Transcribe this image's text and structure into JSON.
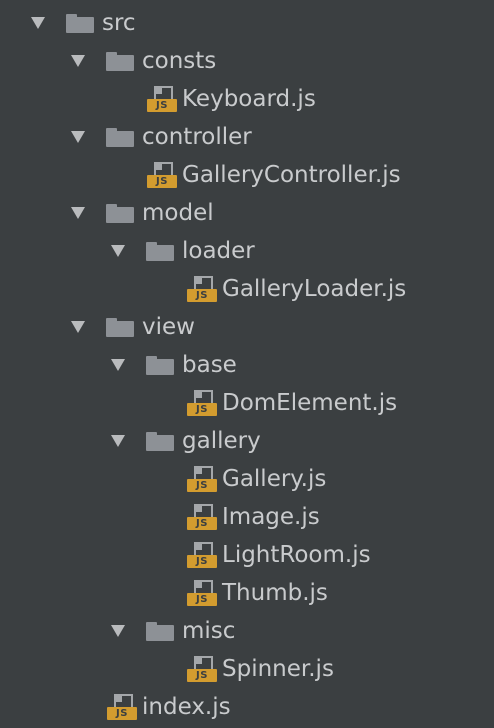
{
  "tree": {
    "nodes": [
      {
        "label": "src",
        "type": "folder",
        "depth": 0,
        "expanded": true
      },
      {
        "label": "consts",
        "type": "folder",
        "depth": 1,
        "expanded": true
      },
      {
        "label": "Keyboard.js",
        "type": "file",
        "depth": 2,
        "icon": "js-file-icon"
      },
      {
        "label": "controller",
        "type": "folder",
        "depth": 1,
        "expanded": true
      },
      {
        "label": "GalleryController.js",
        "type": "file",
        "depth": 2,
        "icon": "js-file-icon"
      },
      {
        "label": "model",
        "type": "folder",
        "depth": 1,
        "expanded": true
      },
      {
        "label": "loader",
        "type": "folder",
        "depth": 2,
        "expanded": true
      },
      {
        "label": "GalleryLoader.js",
        "type": "file",
        "depth": 3,
        "icon": "js-file-icon"
      },
      {
        "label": "view",
        "type": "folder",
        "depth": 1,
        "expanded": true
      },
      {
        "label": "base",
        "type": "folder",
        "depth": 2,
        "expanded": true
      },
      {
        "label": "DomElement.js",
        "type": "file",
        "depth": 3,
        "icon": "js-file-icon"
      },
      {
        "label": "gallery",
        "type": "folder",
        "depth": 2,
        "expanded": true
      },
      {
        "label": "Gallery.js",
        "type": "file",
        "depth": 3,
        "icon": "js-file-icon"
      },
      {
        "label": "Image.js",
        "type": "file",
        "depth": 3,
        "icon": "js-file-icon"
      },
      {
        "label": "LightRoom.js",
        "type": "file",
        "depth": 3,
        "icon": "js-file-icon"
      },
      {
        "label": "Thumb.js",
        "type": "file",
        "depth": 3,
        "icon": "js-file-icon"
      },
      {
        "label": "misc",
        "type": "folder",
        "depth": 2,
        "expanded": true
      },
      {
        "label": "Spinner.js",
        "type": "file",
        "depth": 3,
        "icon": "js-file-icon"
      },
      {
        "label": "index.js",
        "type": "file",
        "depth": 1,
        "icon": "js-file-icon"
      }
    ],
    "js_badge_text": "JS"
  },
  "colors": {
    "background": "#3b3f41",
    "text": "#c9cbcd",
    "folder": "#8d9196",
    "js_badge": "#d39c2f"
  }
}
